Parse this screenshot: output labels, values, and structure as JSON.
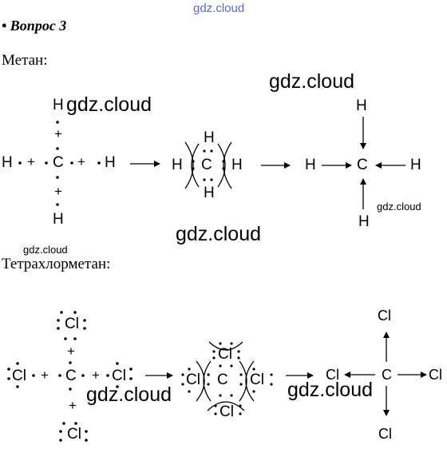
{
  "watermark": "gdz.cloud",
  "header": {
    "question": "• Вопрос 3"
  },
  "methane": {
    "title": "Метан:",
    "atoms": {
      "H": "H",
      "C": "C"
    },
    "plus": "+"
  },
  "ccl4": {
    "title": "Тетрахлорметан:",
    "atoms": {
      "Cl": "Cl",
      "C": "C"
    },
    "plus": "+"
  },
  "colors": {
    "text": "#000000",
    "watermark_top": "#5b6bc7"
  }
}
